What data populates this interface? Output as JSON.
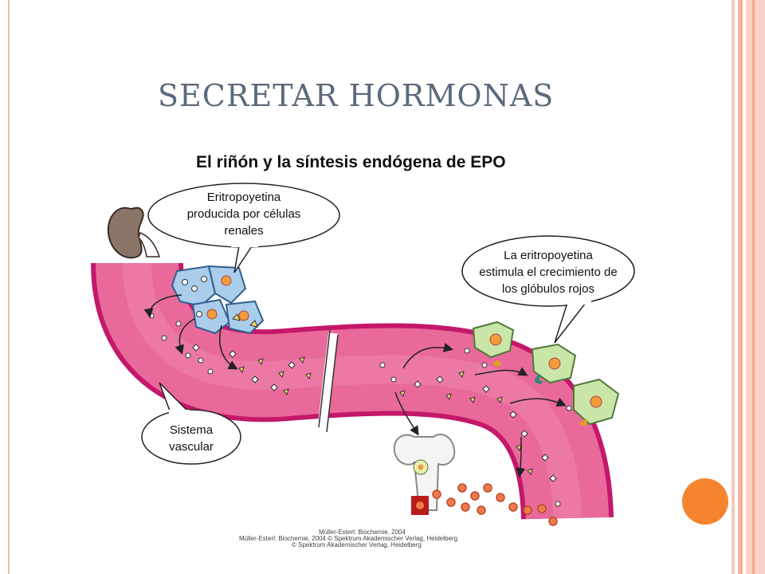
{
  "slide": {
    "title": "SECRETAR HORMONAS",
    "accent_color": "#f5842f",
    "frame_color": "#f4b9a8"
  },
  "diagram": {
    "title": "El riñón y la síntesis endógena de EPO",
    "callouts": {
      "kidney_cells": [
        "Eritropoyetina",
        "producida por células",
        "renales"
      ],
      "red_cells": [
        "La eritropoyetina",
        "estimula el crecimiento de",
        "los glóbulos rojos"
      ],
      "vascular": [
        "Sistema",
        "vascular"
      ]
    },
    "credits": [
      "Müller-Esterl: Biochemie, 2004",
      "Müller-Esterl: Biochemie, 2004 © Spektrum Akademischer Verlag, Heidelberg",
      "© Spektrum Akademischer Verlag, Heidelberg"
    ],
    "colors": {
      "vessel": "#e8699a",
      "vessel_edge": "#c4186a",
      "renal_cell": "#a9cdea",
      "precursor_cell": "#c9e6a8",
      "nucleus": "#f39a3a",
      "erythrocyte": "#f07a4a"
    }
  }
}
